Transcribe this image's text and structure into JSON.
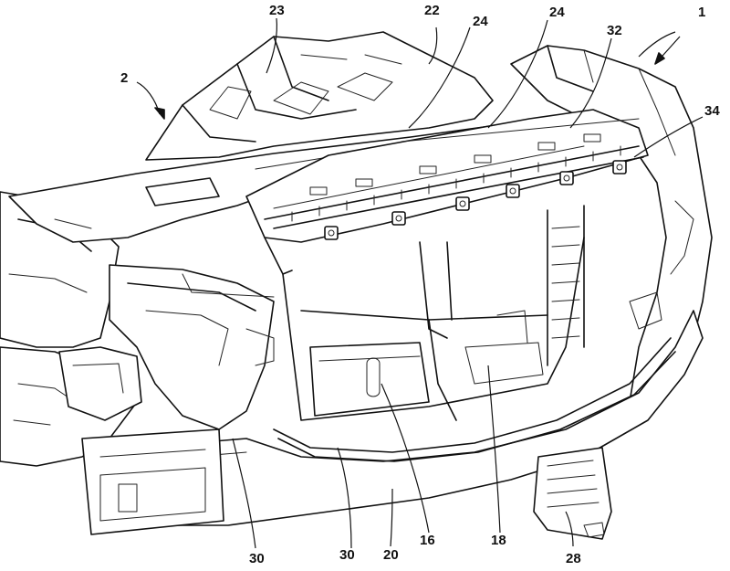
{
  "figure": {
    "labels": {
      "l1": "1",
      "l2": "2",
      "l22": "22",
      "l23": "23",
      "l24a": "24",
      "l24b": "24",
      "l32": "32",
      "l34": "34",
      "l30a": "30",
      "l30b": "30",
      "l20": "20",
      "l16": "16",
      "l18": "18",
      "l28": "28"
    }
  }
}
